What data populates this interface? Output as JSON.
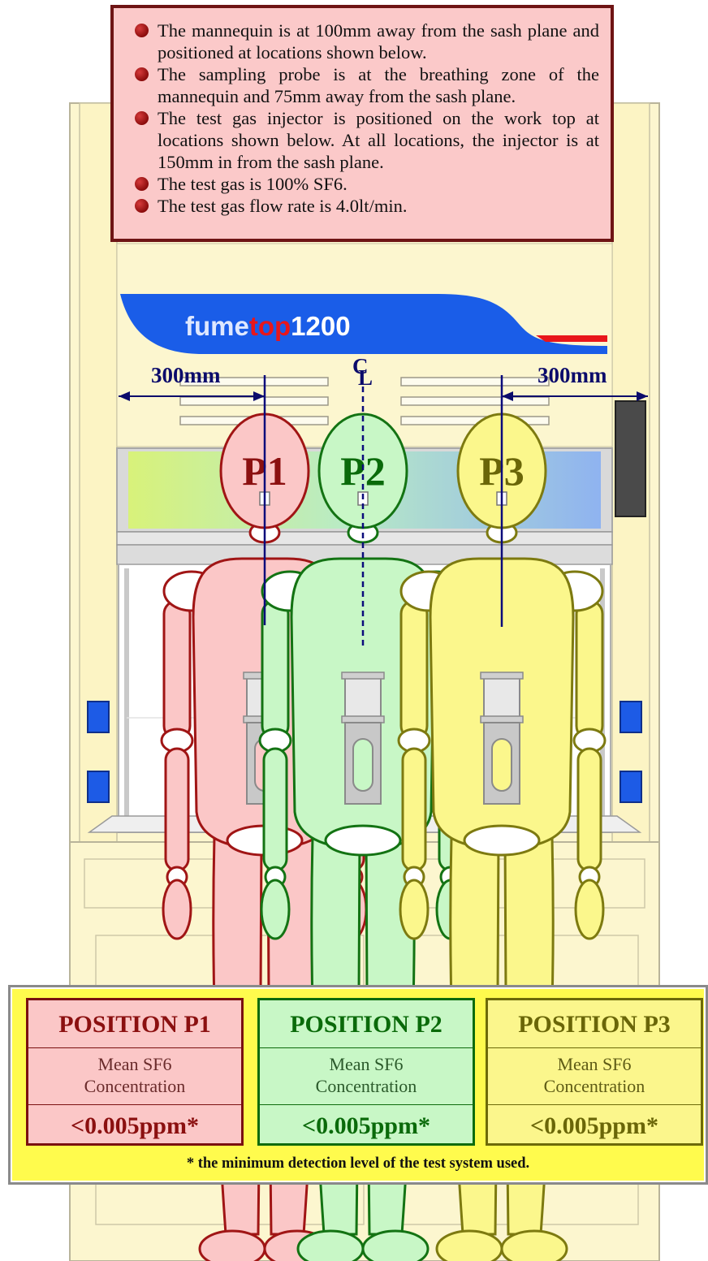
{
  "notes": {
    "items": [
      "The mannequin is at 100mm away from the sash plane and positioned at locations shown below.",
      "The sampling probe is at the breathing zone of the mannequin and 75mm away from the sash plane.",
      "The test gas injector is positioned on the work top at locations shown below. At all locations, the injector is at 150mm in from the sash plane.",
      "The test gas is 100% SF6.",
      "The test gas flow rate is 4.0lt/min."
    ]
  },
  "logo": {
    "part1": "fume",
    "part2": "top",
    "part3": "1200"
  },
  "dimensions": {
    "left": "300mm",
    "right": "300mm",
    "centerline": "C",
    "centerline_sub": "L"
  },
  "positions": [
    {
      "id": "P1",
      "label": "P1",
      "heading": "POSITION P1",
      "measure_line1": "Mean SF6",
      "measure_line2": "Concentration",
      "value": "<0.005ppm*"
    },
    {
      "id": "P2",
      "label": "P2",
      "heading": "POSITION P2",
      "measure_line1": "Mean SF6",
      "measure_line2": "Concentration",
      "value": "<0.005ppm*"
    },
    {
      "id": "P3",
      "label": "P3",
      "heading": "POSITION P3",
      "measure_line1": "Mean SF6",
      "measure_line2": "Concentration",
      "value": "<0.005ppm*"
    }
  ],
  "footnote": "* the minimum detection level of the test system used.",
  "colors": {
    "p1_fill": "#fbc7c7",
    "p1_stroke": "#a01515",
    "p2_fill": "#c8f7c6",
    "p2_stroke": "#137313",
    "p3_fill": "#fbf78c",
    "p3_stroke": "#7d7a10",
    "cabinet": "#fcf6cf",
    "logo_blue": "#1a5de8",
    "logo_red": "#e8161b"
  }
}
